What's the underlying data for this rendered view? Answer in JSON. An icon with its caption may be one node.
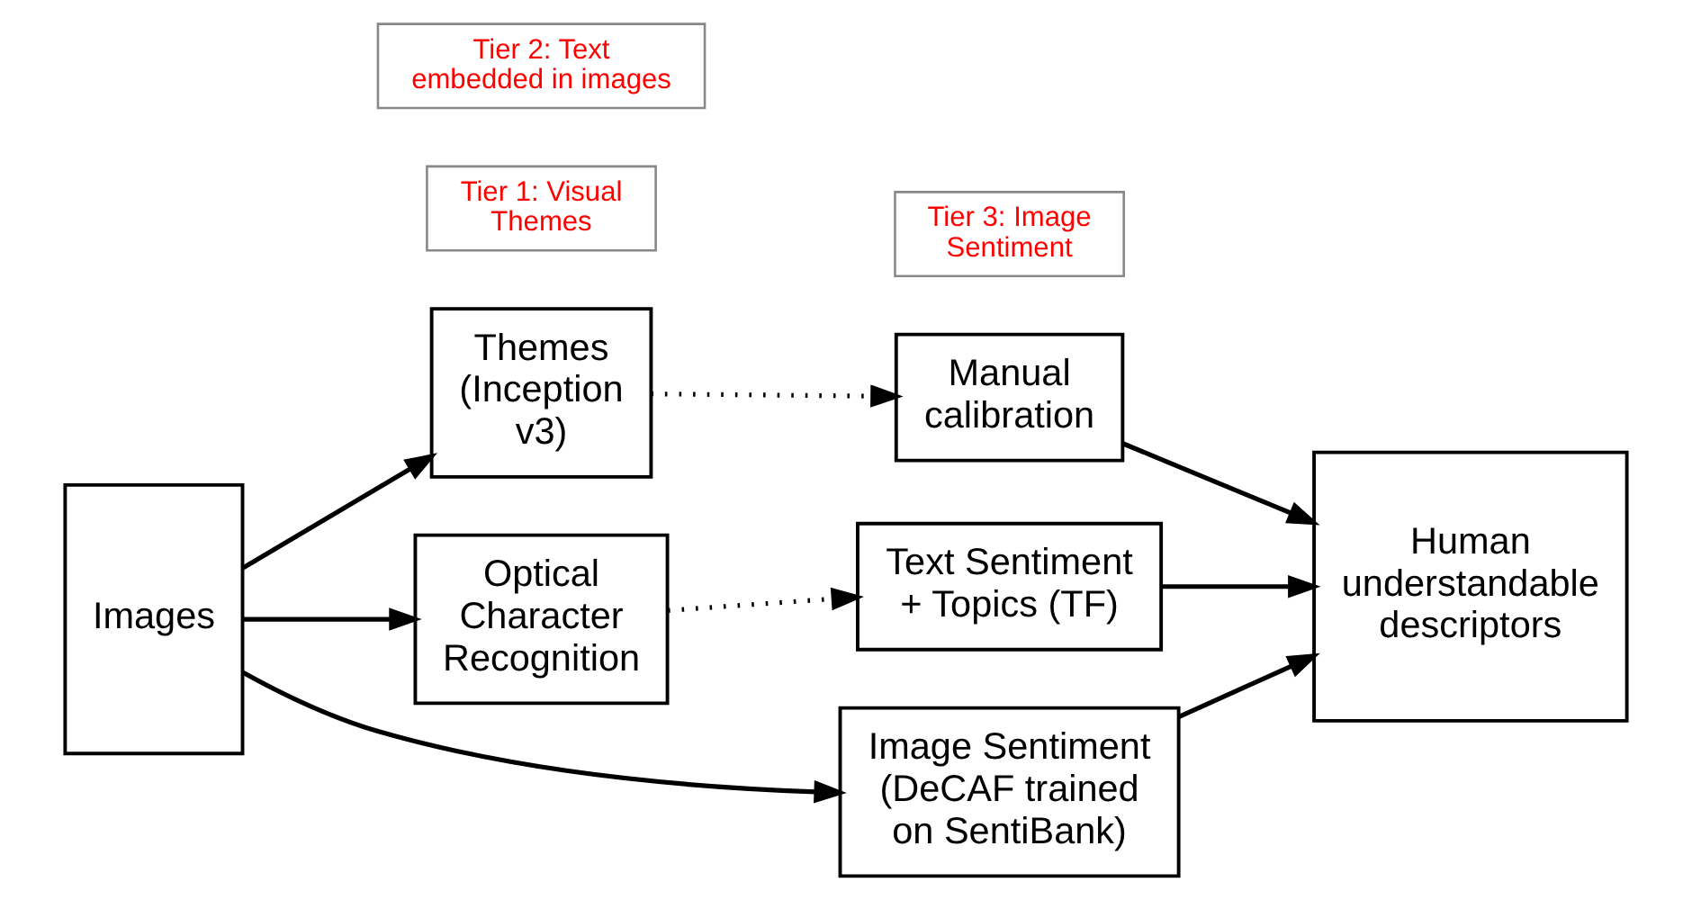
{
  "diagram": {
    "nodes": [
      {
        "text": [
          "Images"
        ]
      },
      {
        "text": [
          "Tier 1: Visual Themes"
        ]
      },
      {
        "text": [
          "Themes (Inception v3)"
        ]
      },
      {
        "text": [
          "Manual calibration"
        ]
      },
      {
        "text": [
          "Tier 2: Text embedded in images"
        ]
      },
      {
        "text": [
          "Optical Character Recognition"
        ]
      },
      {
        "text": [
          "Text Sentiment + Topics (TF)"
        ]
      },
      {
        "text": [
          "Tier 3: Image Sentiment"
        ]
      },
      {
        "text": [
          "Image Sentiment (DeCAF trained on SentiBank)"
        ]
      },
      {
        "text": [
          "Human understandable descriptors"
        ]
      }
    ],
    "edges": [
      {
        "from": 0,
        "to": 2,
        "arrow": "to"
      },
      {
        "from": 0,
        "to": 5,
        "arrow": "to"
      },
      {
        "from": 0,
        "to": 8,
        "arrow": "to"
      },
      {
        "from": 2,
        "to": 3,
        "arrow": "to",
        "style": "dashed"
      },
      {
        "from": 5,
        "to": 6,
        "arrow": "to",
        "style": "dashed"
      },
      {
        "from": 3,
        "to": 9,
        "arrow": "to"
      },
      {
        "from": 6,
        "to": 9,
        "arrow": "to"
      },
      {
        "from": 8,
        "to": 9,
        "arrow": "to"
      }
    ]
  }
}
